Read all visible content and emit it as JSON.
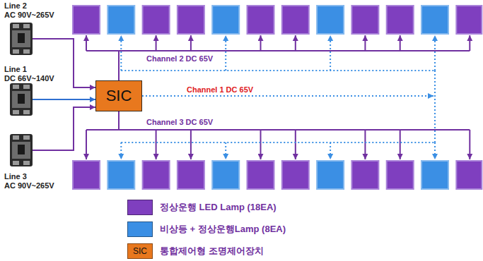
{
  "diagram": {
    "nodes": [
      {
        "text": [
          "Line 2",
          "AC 90V~265V"
        ]
      },
      {
        "text": [
          "Line 1",
          "DC 66V~140V"
        ]
      },
      {
        "text": [
          "SIC"
        ]
      },
      {
        "text": [
          "Line 3",
          "AC 90V~265V"
        ]
      }
    ],
    "edges": [
      {
        "from": 0,
        "to": 2,
        "arrow": "to"
      },
      {
        "from": 1,
        "to": 2,
        "arrow": "to"
      },
      {
        "from": 3,
        "to": 2,
        "arrow": "to"
      }
    ],
    "labels": [
      "Channel 2 DC 65V",
      "Channel 1 DC 65V",
      "Channel 3 DC 65V",
      "SIC"
    ],
    "legend": [
      {
        "text": "정상운행 LED Lamp (18EA)",
        "color": "#7f3fbf"
      },
      {
        "text": "비상등 + 정상운행Lamp (8EA)",
        "color": "#3b8fe4"
      },
      {
        "text": "통합제어형 조명제어장치",
        "color": "#e8781e"
      }
    ]
  }
}
